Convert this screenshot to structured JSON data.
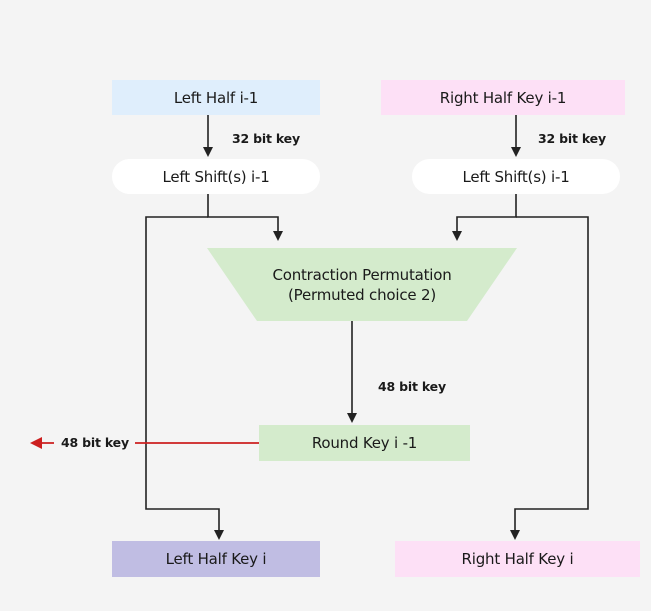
{
  "colors": {
    "background": "#f4f4f4",
    "left_half_input": "#dfeefc",
    "right_half_input": "#fde0f6",
    "shift_box": "#ffffff",
    "permutation": "#d4ebcc",
    "round_key": "#d4ebcc",
    "left_half_output": "#c0bde3",
    "right_half_output": "#fde0f6",
    "line": "#222222",
    "output_arrow": "#cc1f1f"
  },
  "nodes": {
    "left_half_in": "Left Half i-1",
    "right_half_in": "Right Half Key i-1",
    "left_shift_left": "Left Shift(s) i-1",
    "left_shift_right": "Left Shift(s) i-1",
    "permutation_line1": "Contraction Permutation",
    "permutation_line2": "(Permuted choice 2)",
    "round_key": "Round Key i -1",
    "left_half_out": "Left Half Key i",
    "right_half_out": "Right Half Key i"
  },
  "edge_labels": {
    "left_input_to_shift": "32 bit key",
    "right_input_to_shift": "32 bit key",
    "permutation_to_round_key": "48 bit key",
    "round_key_output": "48 bit key"
  }
}
